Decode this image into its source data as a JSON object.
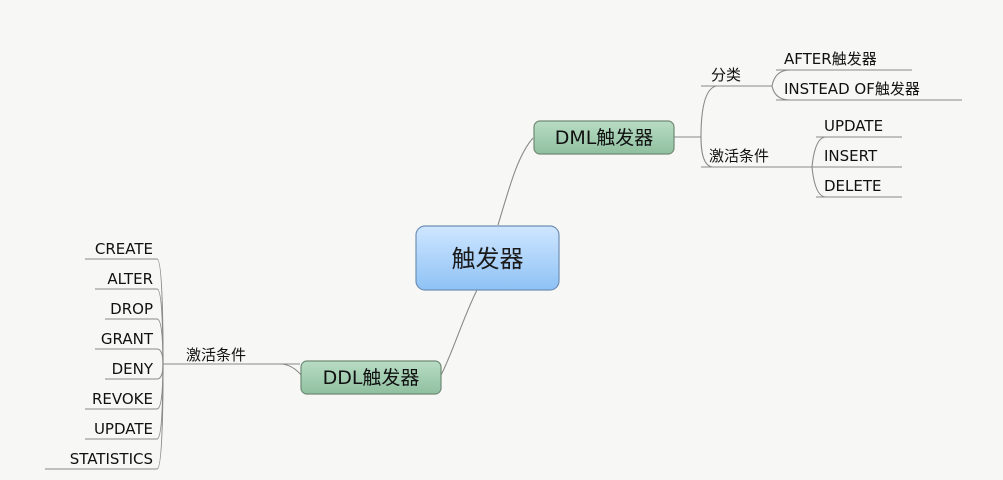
{
  "root": {
    "label": "触发器"
  },
  "dml": {
    "label": "DML触发器",
    "classify": {
      "label": "分类",
      "items": [
        "AFTER触发器",
        "INSTEAD OF触发器"
      ]
    },
    "activation": {
      "label": "激活条件",
      "items": [
        "UPDATE",
        "INSERT",
        "DELETE"
      ]
    }
  },
  "ddl": {
    "label": "DDL触发器",
    "activation": {
      "label": "激活条件",
      "items": [
        "CREATE",
        "ALTER",
        "DROP",
        "GRANT",
        "DENY",
        "REVOKE",
        "UPDATE",
        "STATISTICS"
      ]
    }
  },
  "colors": {
    "root_fill_top": "#cfe6ff",
    "root_fill_bottom": "#8ec2f5",
    "main_fill_top": "#b8dcc4",
    "main_fill_bottom": "#8fc09f",
    "line": "#8a8a8a",
    "background": "#f7f7f5"
  }
}
